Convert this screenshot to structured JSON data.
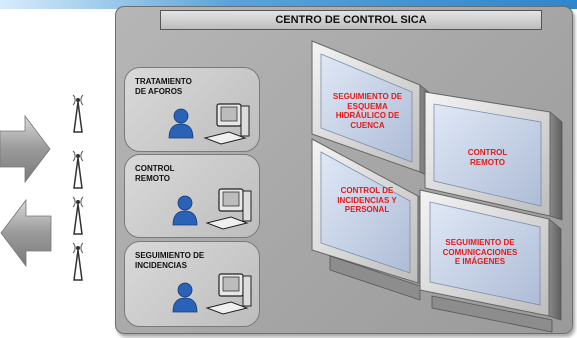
{
  "title": "CENTRO DE CONTROL SICA",
  "stations": [
    {
      "label": "TRATAMIENTO\nDE AFOROS"
    },
    {
      "label": "CONTROL\nREMOTO"
    },
    {
      "label": "SEGUIMIENTO DE\nINCIDENCIAS"
    }
  ],
  "monitors": [
    {
      "label": "SEGUIMIENTO DE\nESQUEMA\nHIDRÁULICO DE\nCUENCA"
    },
    {
      "label": "CONTROL\nREMOTO"
    },
    {
      "label": "CONTROL DE\nINCIDENCIAS Y\nPERSONAL"
    },
    {
      "label": "SEGUIMIENTO DE\nCOMUNICACIONES\nE IMÁGENES"
    }
  ],
  "colors": {
    "monitor_text": "#e21b1b",
    "accent": "#2f86cc"
  },
  "icons": [
    "antenna-icon",
    "arrow-right-icon",
    "arrow-left-icon",
    "user-icon",
    "computer-icon"
  ]
}
